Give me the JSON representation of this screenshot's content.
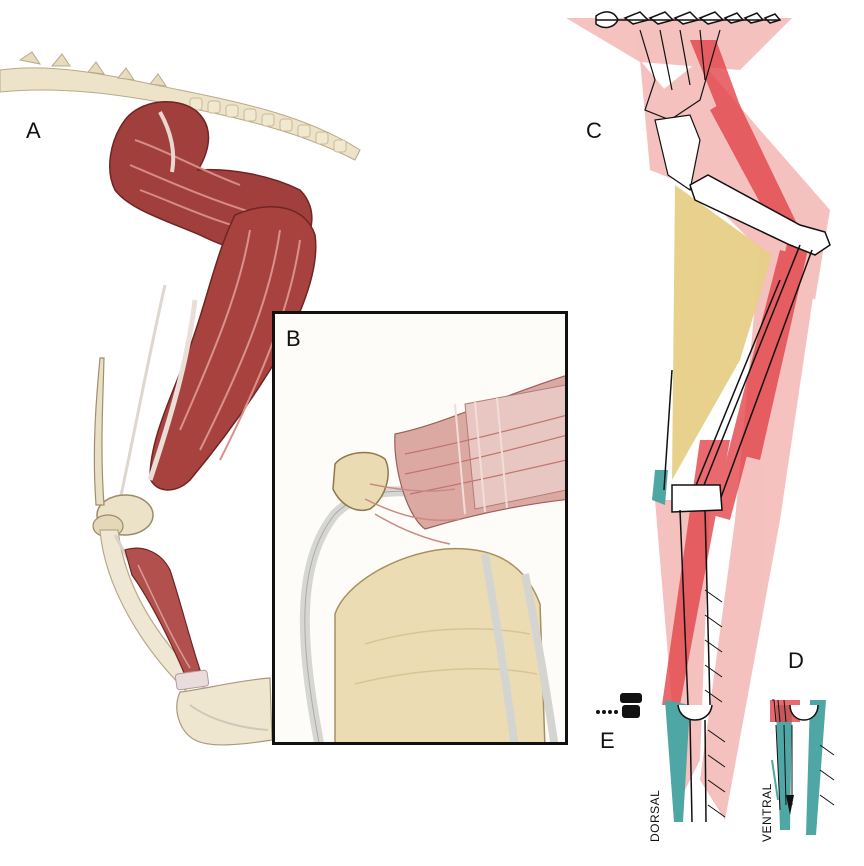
{
  "panels": {
    "A": "A",
    "B": "B",
    "C": "C",
    "D": "D",
    "E": "E"
  },
  "orientation_labels": {
    "dorsal": "DORSAL",
    "ventral": "VENTRAL"
  },
  "colors": {
    "muscle_dark": "#9c3a3a",
    "muscle_light": "#c96a66",
    "bone": "#eee4cc",
    "tendon": "#d8d8d4",
    "diagram_pink": "#f3b7b4",
    "diagram_red": "#e3454a",
    "diagram_yellow": "#e6cf86",
    "diagram_teal": "#4fa7a5",
    "inset_border": "#111111"
  }
}
